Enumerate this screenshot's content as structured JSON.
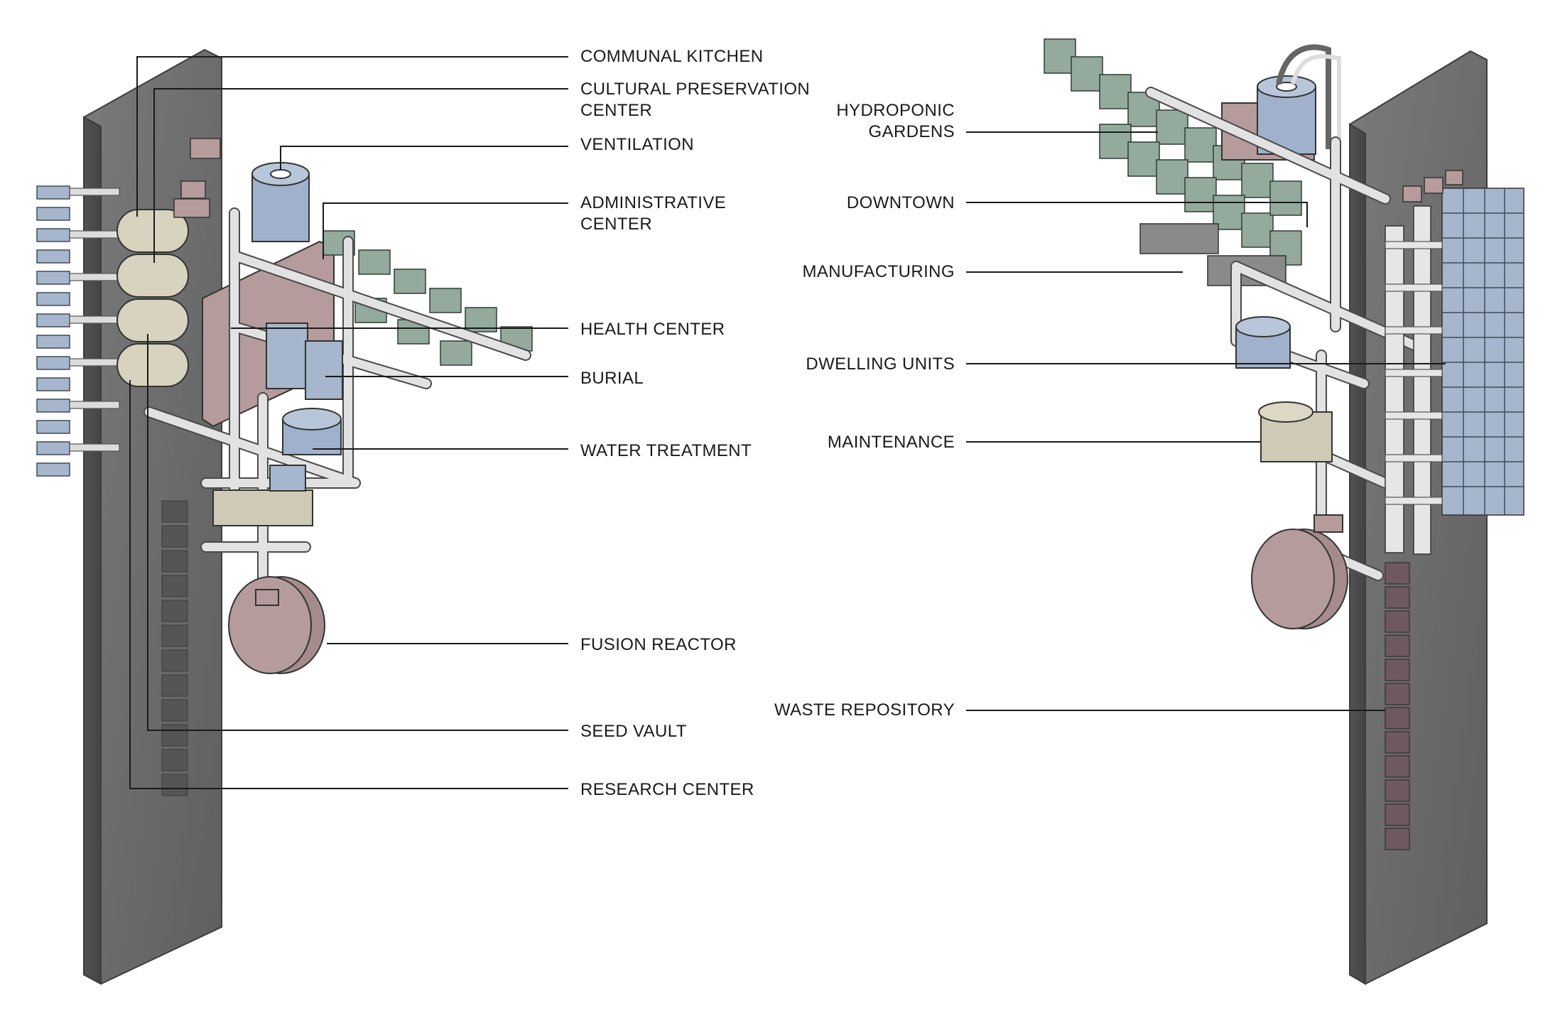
{
  "labels": {
    "communal_kitchen": "COMMUNAL KITCHEN",
    "cultural_preservation_1": "CULTURAL PRESERVATION",
    "cultural_preservation_2": "CENTER",
    "ventilation": "VENTILATION",
    "administrative_1": "ADMINISTRATIVE",
    "administrative_2": "CENTER",
    "health_center": "HEALTH CENTER",
    "burial": "BURIAL",
    "water_treatment": "WATER TREATMENT",
    "fusion_reactor": "FUSION REACTOR",
    "seed_vault": "SEED VAULT",
    "research_center": "RESEARCH CENTER",
    "hydroponic_1": "HYDROPONIC",
    "hydroponic_2": "GARDENS",
    "downtown": "DOWNTOWN",
    "manufacturing": "MANUFACTURING",
    "dwelling_units": "DWELLING UNITS",
    "maintenance": "MAINTENANCE",
    "waste_repository": "WASTE REPOSITORY"
  },
  "colors": {
    "concrete": "#6e6e6e",
    "concrete_dark": "#4f4f4f",
    "pipe": "#e2e2e2",
    "garden_green": "#93aa9d",
    "dwelling_blue": "#a6b6cc",
    "tank_blue": "#9fb1cc",
    "pink": "#b59b9b",
    "cylinder_tan": "#d7d3be",
    "manufacturing_grey": "#8a8a8a",
    "leader_line": "#1a1a1a"
  }
}
